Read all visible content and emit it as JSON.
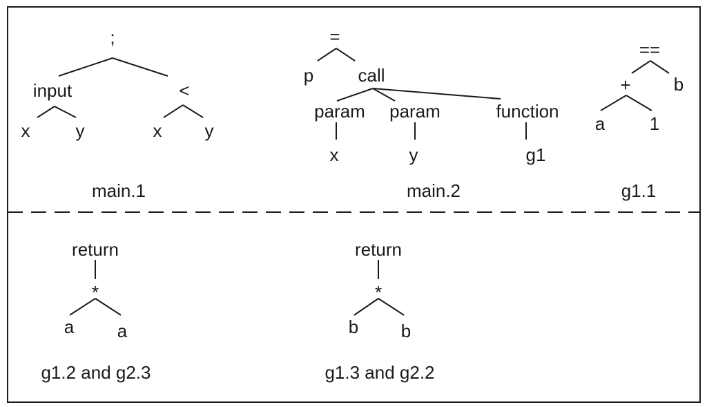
{
  "trees": {
    "main1": {
      "caption": "main.1",
      "root": ";",
      "input": "input",
      "input_x": "x",
      "input_y": "y",
      "lt": "<",
      "lt_x": "x",
      "lt_y": "y"
    },
    "main2": {
      "caption": "main.2",
      "root": "=",
      "p": "p",
      "call": "call",
      "param1": "param",
      "param2": "param",
      "function": "function",
      "x": "x",
      "y": "y",
      "g1": "g1"
    },
    "g11": {
      "caption": "g1.1",
      "root": "==",
      "plus": "+",
      "b": "b",
      "a": "a",
      "one": "1"
    },
    "g12": {
      "caption": "g1.2 and g2.3",
      "root": "return",
      "mul": "*",
      "left": "a",
      "right": "a"
    },
    "g13": {
      "caption": "g1.3 and g2.2",
      "root": "return",
      "mul": "*",
      "left": "b",
      "right": "b"
    }
  }
}
